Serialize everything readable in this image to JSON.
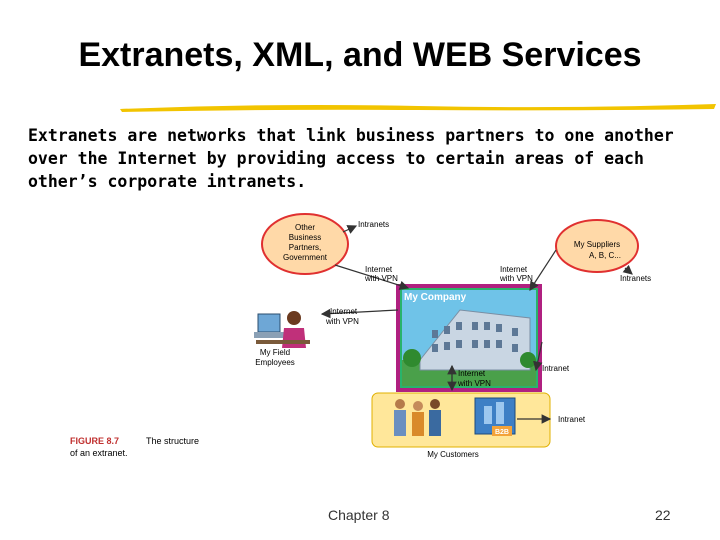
{
  "slide": {
    "title": "Extranets, XML, and WEB Services",
    "body": "Extranets are networks that link business partners to one another over the Internet by providing access to certain areas of each other’s corporate intranets.",
    "footer_chapter": "Chapter 8",
    "footer_page": "22"
  },
  "diagram": {
    "other_partners": [
      "Other",
      "Business",
      "Partners,",
      "Government"
    ],
    "suppliers": [
      "My Suppliers",
      "A, B, C..."
    ],
    "company": "My Company",
    "field_employees": [
      "My Field",
      "Employees"
    ],
    "customers": "My Customers",
    "b2b": "B2B",
    "intranets_top": "Intranets",
    "intranets_right": "Intranets",
    "intranet_right_mid": "Intranet",
    "intranet_bottom": "Intranet",
    "internet_vpn_left": [
      "Internet",
      "with VPN"
    ],
    "internet_vpn_right": [
      "Internet",
      "with VPN"
    ],
    "internet_vpn_field": [
      "Internet",
      "with VPN"
    ],
    "internet_vpn_bottom": [
      "Internet",
      "with VPN"
    ],
    "figure_label": "FIGURE 8.7",
    "figure_caption_1": "The structure",
    "figure_caption_2": "of an extranet."
  },
  "colors": {
    "accent_underline": "#f2c400",
    "ellipse_fill": "#ffd9a8",
    "ellipse_stroke": "#e03030",
    "company_bg": "#29b36b",
    "company_border": "#b02080",
    "figure_label": "#c0302f",
    "b2b_fill": "#f3a33a"
  }
}
